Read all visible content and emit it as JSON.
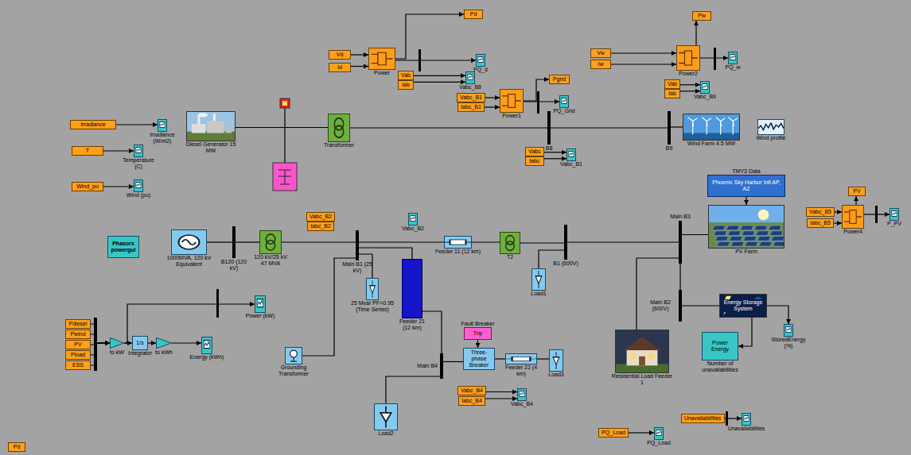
{
  "diagram": {
    "nodes": [
      {
        "text": [
          "Irradiance"
        ]
      },
      {
        "text": [
          "Irradiance (W/m2)"
        ]
      },
      {
        "text": [
          "T"
        ]
      },
      {
        "text": [
          "Temperature (C)"
        ]
      },
      {
        "text": [
          "Wind_pu"
        ]
      },
      {
        "text": [
          "Wind (pu)"
        ]
      },
      {
        "text": [
          "Diesel Generator 15 MW"
        ]
      },
      {
        "text": [
          "Transformer"
        ]
      },
      {
        "text": [
          "B8"
        ]
      },
      {
        "text": [
          "B9"
        ]
      },
      {
        "text": [
          "Wind Farm 4.5 MW"
        ]
      },
      {
        "text": [
          "Wind profile"
        ]
      },
      {
        "text": [
          "Vd"
        ]
      },
      {
        "text": [
          "Id"
        ]
      },
      {
        "text": [
          "Power"
        ]
      },
      {
        "text": [
          "Pd"
        ]
      },
      {
        "text": [
          "PQ_d"
        ]
      },
      {
        "text": [
          "Vabc_B8"
        ]
      },
      {
        "text": [
          "Vab"
        ]
      },
      {
        "text": [
          "Iab"
        ]
      },
      {
        "text": [
          "Vw"
        ]
      },
      {
        "text": [
          "Iw"
        ]
      },
      {
        "text": [
          "Power2"
        ]
      },
      {
        "text": [
          "Pw"
        ]
      },
      {
        "text": [
          "PQ_w"
        ]
      },
      {
        "text": [
          "Vabc_B9"
        ]
      },
      {
        "text": [
          "Vab"
        ]
      },
      {
        "text": [
          "Iab"
        ]
      },
      {
        "text": [
          "Vabc_B1"
        ]
      },
      {
        "text": [
          "Iabc_B1"
        ]
      },
      {
        "text": [
          "Power1"
        ]
      },
      {
        "text": [
          "Pgrid"
        ]
      },
      {
        "text": [
          "PQ_Grid"
        ]
      },
      {
        "text": [
          "Vabc_B1"
        ]
      },
      {
        "text": [
          "Vabc"
        ]
      },
      {
        "text": [
          "Iabc"
        ]
      },
      {
        "text": [
          "TMY3 Data",
          "Phoenix Sky Harbor Intl AP, AZ"
        ]
      },
      {
        "text": [
          "PV Farm"
        ]
      },
      {
        "text": [
          "Vabc_B5"
        ]
      },
      {
        "text": [
          "Iabc_B5"
        ]
      },
      {
        "text": [
          "Power4"
        ]
      },
      {
        "text": [
          "PV"
        ]
      },
      {
        "text": [
          "P_PV"
        ]
      },
      {
        "text": [
          "Phasors",
          "powergui"
        ]
      },
      {
        "text": [
          "1000MVA, 120 kV Equivalent"
        ]
      },
      {
        "text": [
          "B120 (120 kV)"
        ]
      },
      {
        "text": [
          "120 kV/25 kV 47 MVA"
        ]
      },
      {
        "text": [
          "Main B1 (25 kV)"
        ]
      },
      {
        "text": [
          "Vabc_B2"
        ]
      },
      {
        "text": [
          "Iabc_B2"
        ]
      },
      {
        "text": [
          "Vabc_B2"
        ]
      },
      {
        "text": [
          "Feeder 11 (12 km)"
        ]
      },
      {
        "text": [
          "T2"
        ]
      },
      {
        "text": [
          "B1 (600V)"
        ]
      },
      {
        "text": [
          "Load1"
        ]
      },
      {
        "text": [
          "Main B3"
        ]
      },
      {
        "text": [
          "25 Mvar PF=0.95 (Time Series)"
        ]
      },
      {
        "text": [
          "Feeder 21 (12 km)"
        ]
      },
      {
        "text": [
          "Main B4"
        ]
      },
      {
        "text": [
          "Fault Breaker",
          "Trip"
        ]
      },
      {
        "text": [
          "Three-phase Breaker"
        ]
      },
      {
        "text": [
          "Feeder 22 (4 km)"
        ]
      },
      {
        "text": [
          "Load3"
        ]
      },
      {
        "text": [
          "Load2"
        ]
      },
      {
        "text": [
          "Vabc_B4"
        ]
      },
      {
        "text": [
          "Iabc_B4"
        ]
      },
      {
        "text": [
          "Vabc_B4"
        ]
      },
      {
        "text": [
          "Residential Load Feeder 1"
        ]
      },
      {
        "text": [
          "Main B2 (600V)"
        ]
      },
      {
        "text": [
          "Energy Storage System"
        ]
      },
      {
        "text": [
          "StoredEnergy (%)"
        ]
      },
      {
        "text": [
          "Power",
          "Energy",
          "Number of unavailabilities"
        ]
      },
      {
        "text": [
          "PQ_Load"
        ]
      },
      {
        "text": [
          "PQ_Load"
        ]
      },
      {
        "text": [
          "Unavailabilities"
        ]
      },
      {
        "text": [
          "Unavailabilities"
        ]
      },
      {
        "text": [
          "Pdiesel"
        ]
      },
      {
        "text": [
          "Pwind"
        ]
      },
      {
        "text": [
          "PV"
        ]
      },
      {
        "text": [
          "Pload"
        ]
      },
      {
        "text": [
          "ESS"
        ]
      },
      {
        "text": [
          "to kW"
        ]
      },
      {
        "text": [
          "1/s",
          "Integrator"
        ]
      },
      {
        "text": [
          "to kWh"
        ]
      },
      {
        "text": [
          "Power (kW)"
        ]
      },
      {
        "text": [
          "Energy (kWh)"
        ]
      },
      {
        "text": [
          "Grounding Transformer"
        ]
      },
      {
        "text": [
          "Pd"
        ]
      }
    ],
    "edges": [
      {
        "from": 0,
        "to": 1,
        "arrow": "to"
      },
      {
        "from": 2,
        "to": 3,
        "arrow": "to"
      },
      {
        "from": 4,
        "to": 5,
        "arrow": "to"
      },
      {
        "from": 6,
        "to": 7,
        "arrow": "none"
      },
      {
        "from": 7,
        "to": 8,
        "arrow": "none"
      },
      {
        "from": 8,
        "to": 9,
        "arrow": "none"
      },
      {
        "from": 9,
        "to": 10,
        "arrow": "none"
      },
      {
        "from": 12,
        "to": 14,
        "arrow": "to"
      },
      {
        "from": 13,
        "to": 14,
        "arrow": "to"
      },
      {
        "from": 14,
        "to": 15,
        "arrow": "to"
      },
      {
        "from": 14,
        "to": 16,
        "arrow": "to"
      },
      {
        "from": 18,
        "to": 17,
        "arrow": "to"
      },
      {
        "from": 19,
        "to": 17,
        "arrow": "to"
      },
      {
        "from": 20,
        "to": 22,
        "arrow": "to"
      },
      {
        "from": 21,
        "to": 22,
        "arrow": "to"
      },
      {
        "from": 22,
        "to": 23,
        "arrow": "to"
      },
      {
        "from": 22,
        "to": 24,
        "arrow": "to"
      },
      {
        "from": 26,
        "to": 25,
        "arrow": "to"
      },
      {
        "from": 27,
        "to": 25,
        "arrow": "to"
      },
      {
        "from": 28,
        "to": 30,
        "arrow": "to"
      },
      {
        "from": 29,
        "to": 30,
        "arrow": "to"
      },
      {
        "from": 30,
        "to": 31,
        "arrow": "to"
      },
      {
        "from": 30,
        "to": 32,
        "arrow": "to"
      },
      {
        "from": 34,
        "to": 33,
        "arrow": "to"
      },
      {
        "from": 35,
        "to": 33,
        "arrow": "to"
      },
      {
        "from": 36,
        "to": 37,
        "arrow": "to"
      },
      {
        "from": 38,
        "to": 40,
        "arrow": "to"
      },
      {
        "from": 39,
        "to": 40,
        "arrow": "to"
      },
      {
        "from": 40,
        "to": 41,
        "arrow": "to"
      },
      {
        "from": 40,
        "to": 42,
        "arrow": "to"
      },
      {
        "from": 44,
        "to": 45,
        "arrow": "none"
      },
      {
        "from": 45,
        "to": 46,
        "arrow": "none"
      },
      {
        "from": 46,
        "to": 47,
        "arrow": "none"
      },
      {
        "from": 47,
        "to": 51,
        "arrow": "none"
      },
      {
        "from": 51,
        "to": 52,
        "arrow": "none"
      },
      {
        "from": 52,
        "to": 53,
        "arrow": "none"
      },
      {
        "from": 53,
        "to": 55,
        "arrow": "none"
      },
      {
        "from": 55,
        "to": 37,
        "arrow": "none"
      },
      {
        "from": 53,
        "to": 54,
        "arrow": "none"
      },
      {
        "from": 47,
        "to": 56,
        "arrow": "none"
      },
      {
        "from": 47,
        "to": 57,
        "arrow": "none"
      },
      {
        "from": 57,
        "to": 58,
        "arrow": "none"
      },
      {
        "from": 58,
        "to": 60,
        "arrow": "none"
      },
      {
        "from": 59,
        "to": 60,
        "arrow": "to"
      },
      {
        "from": 60,
        "to": 61,
        "arrow": "none"
      },
      {
        "from": 61,
        "to": 62,
        "arrow": "none"
      },
      {
        "from": 58,
        "to": 63,
        "arrow": "none"
      },
      {
        "from": 64,
        "to": 66,
        "arrow": "to"
      },
      {
        "from": 65,
        "to": 66,
        "arrow": "to"
      },
      {
        "from": 55,
        "to": 67,
        "arrow": "none"
      },
      {
        "from": 55,
        "to": 68,
        "arrow": "none"
      },
      {
        "from": 68,
        "to": 69,
        "arrow": "none"
      },
      {
        "from": 69,
        "to": 70,
        "arrow": "to"
      },
      {
        "from": 69,
        "to": 71,
        "arrow": "to"
      },
      {
        "from": 72,
        "to": 73,
        "arrow": "to"
      },
      {
        "from": 74,
        "to": 75,
        "arrow": "to"
      },
      {
        "from": 76,
        "to": 81,
        "arrow": "to"
      },
      {
        "from": 77,
        "to": 81,
        "arrow": "to"
      },
      {
        "from": 78,
        "to": 81,
        "arrow": "to"
      },
      {
        "from": 79,
        "to": 81,
        "arrow": "to"
      },
      {
        "from": 80,
        "to": 81,
        "arrow": "to"
      },
      {
        "from": 81,
        "to": 82,
        "arrow": "to"
      },
      {
        "from": 82,
        "to": 83,
        "arrow": "to"
      },
      {
        "from": 83,
        "to": 85,
        "arrow": "to"
      },
      {
        "from": 81,
        "to": 84,
        "arrow": "to"
      },
      {
        "from": 47,
        "to": 86,
        "arrow": "none"
      }
    ]
  }
}
